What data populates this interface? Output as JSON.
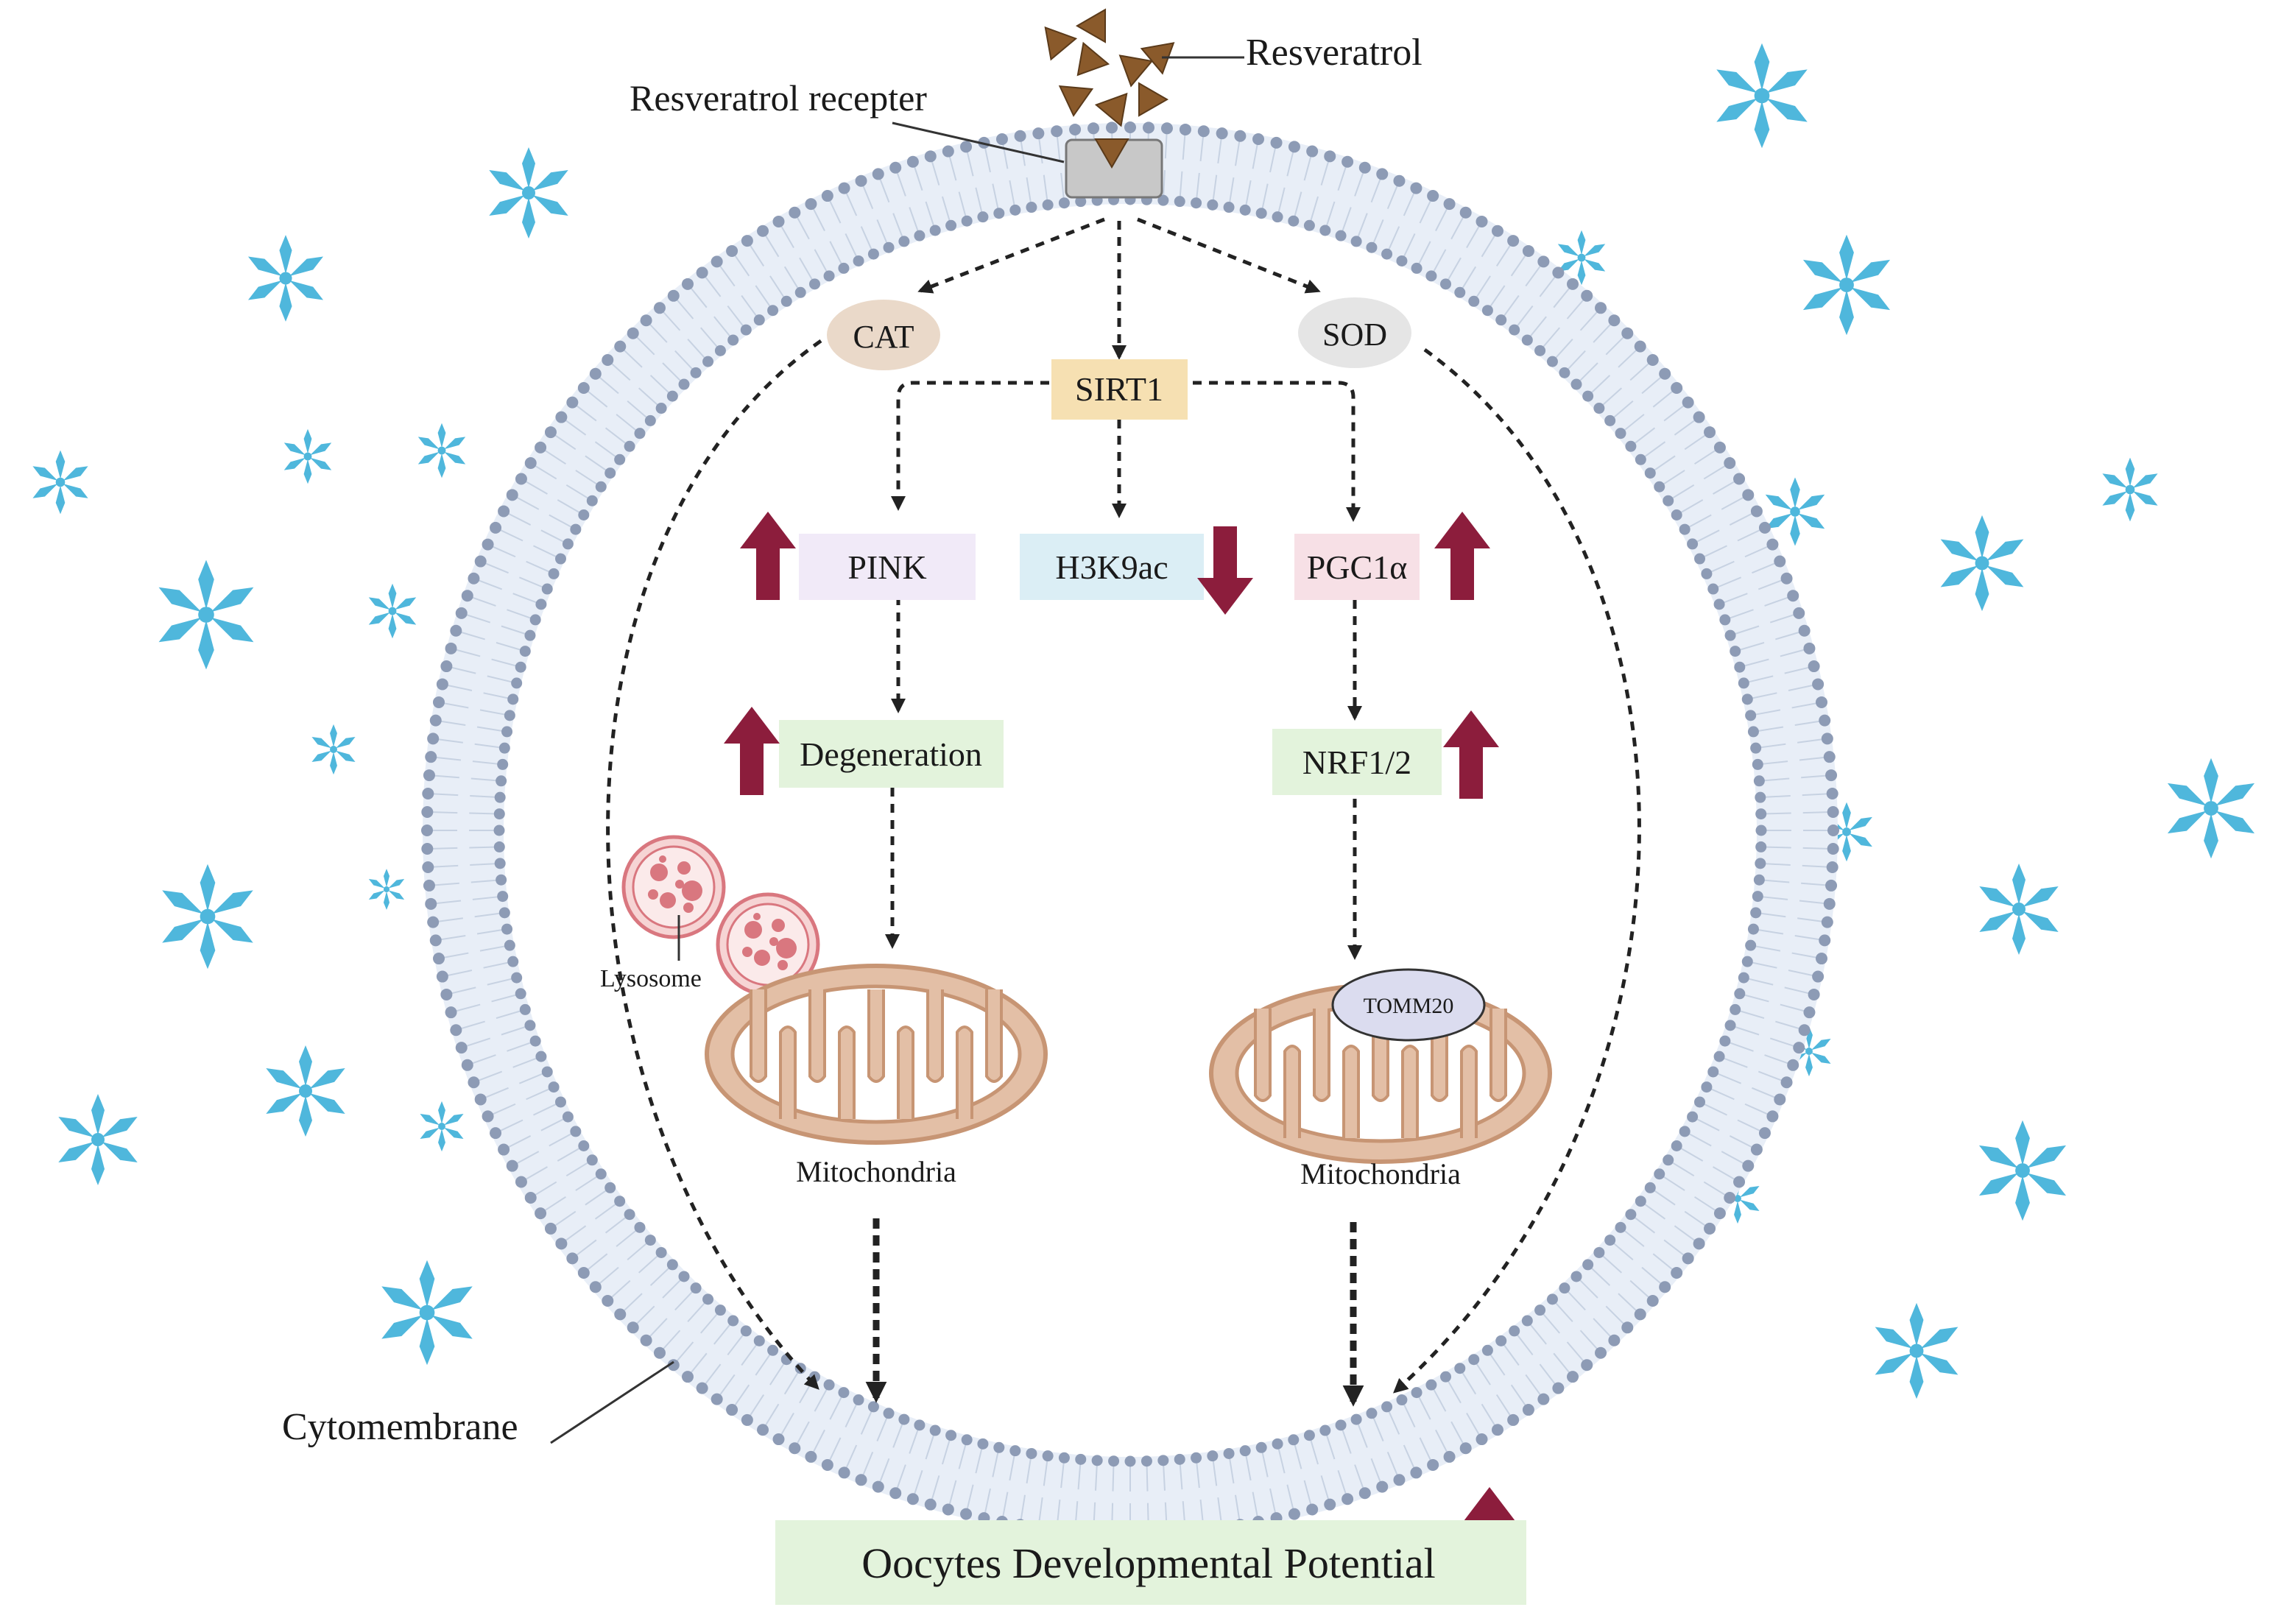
{
  "labels": {
    "resveratrol": "Resveratrol",
    "receptor": "Resveratrol recepter",
    "cytomembrane": "Cytomembrane",
    "lysosome": "Lysosome",
    "mito_left": "Mitochondria",
    "mito_right": "Mitochondria"
  },
  "nodes": {
    "cat": "CAT",
    "sod": "SOD",
    "sirt1": "SIRT1",
    "pink": "PINK",
    "h3k9ac": "H3K9ac",
    "pgc1a": "PGC1α",
    "degeneration": "Degeneration",
    "nrf": "NRF1/2",
    "tomm20": "TOMM20",
    "outcome": "Oocytes Developmental Potential"
  },
  "regulation": {
    "pink": "up",
    "h3k9ac": "down",
    "pgc1a": "up",
    "degeneration": "up",
    "nrf": "up",
    "outcome": "up"
  },
  "colors": {
    "membrane_dots": "#8d9bb5",
    "membrane_fill": "#e8eef7",
    "arrow_red": "#8c1d3c",
    "snowflake": "#4fb7dc",
    "resveratrol": "#8a5a2b",
    "mito_fill": "#e3bfa6",
    "mito_stroke": "#c79574",
    "lysosome": "#d9777f",
    "cat_fill": "#ead9c9",
    "sod_fill": "#e5e5e5",
    "sirt1_fill": "#f6e0b2",
    "pink_fill": "#f1eaf8",
    "h3k9ac_fill": "#dbeef5",
    "pgc1a_fill": "#f7e0e6",
    "degeneration_fill": "#e3f3dc",
    "nrf_fill": "#e3f3dc",
    "tomm20_fill": "#dbdcef",
    "outcome_fill": "#e3f3dc"
  }
}
